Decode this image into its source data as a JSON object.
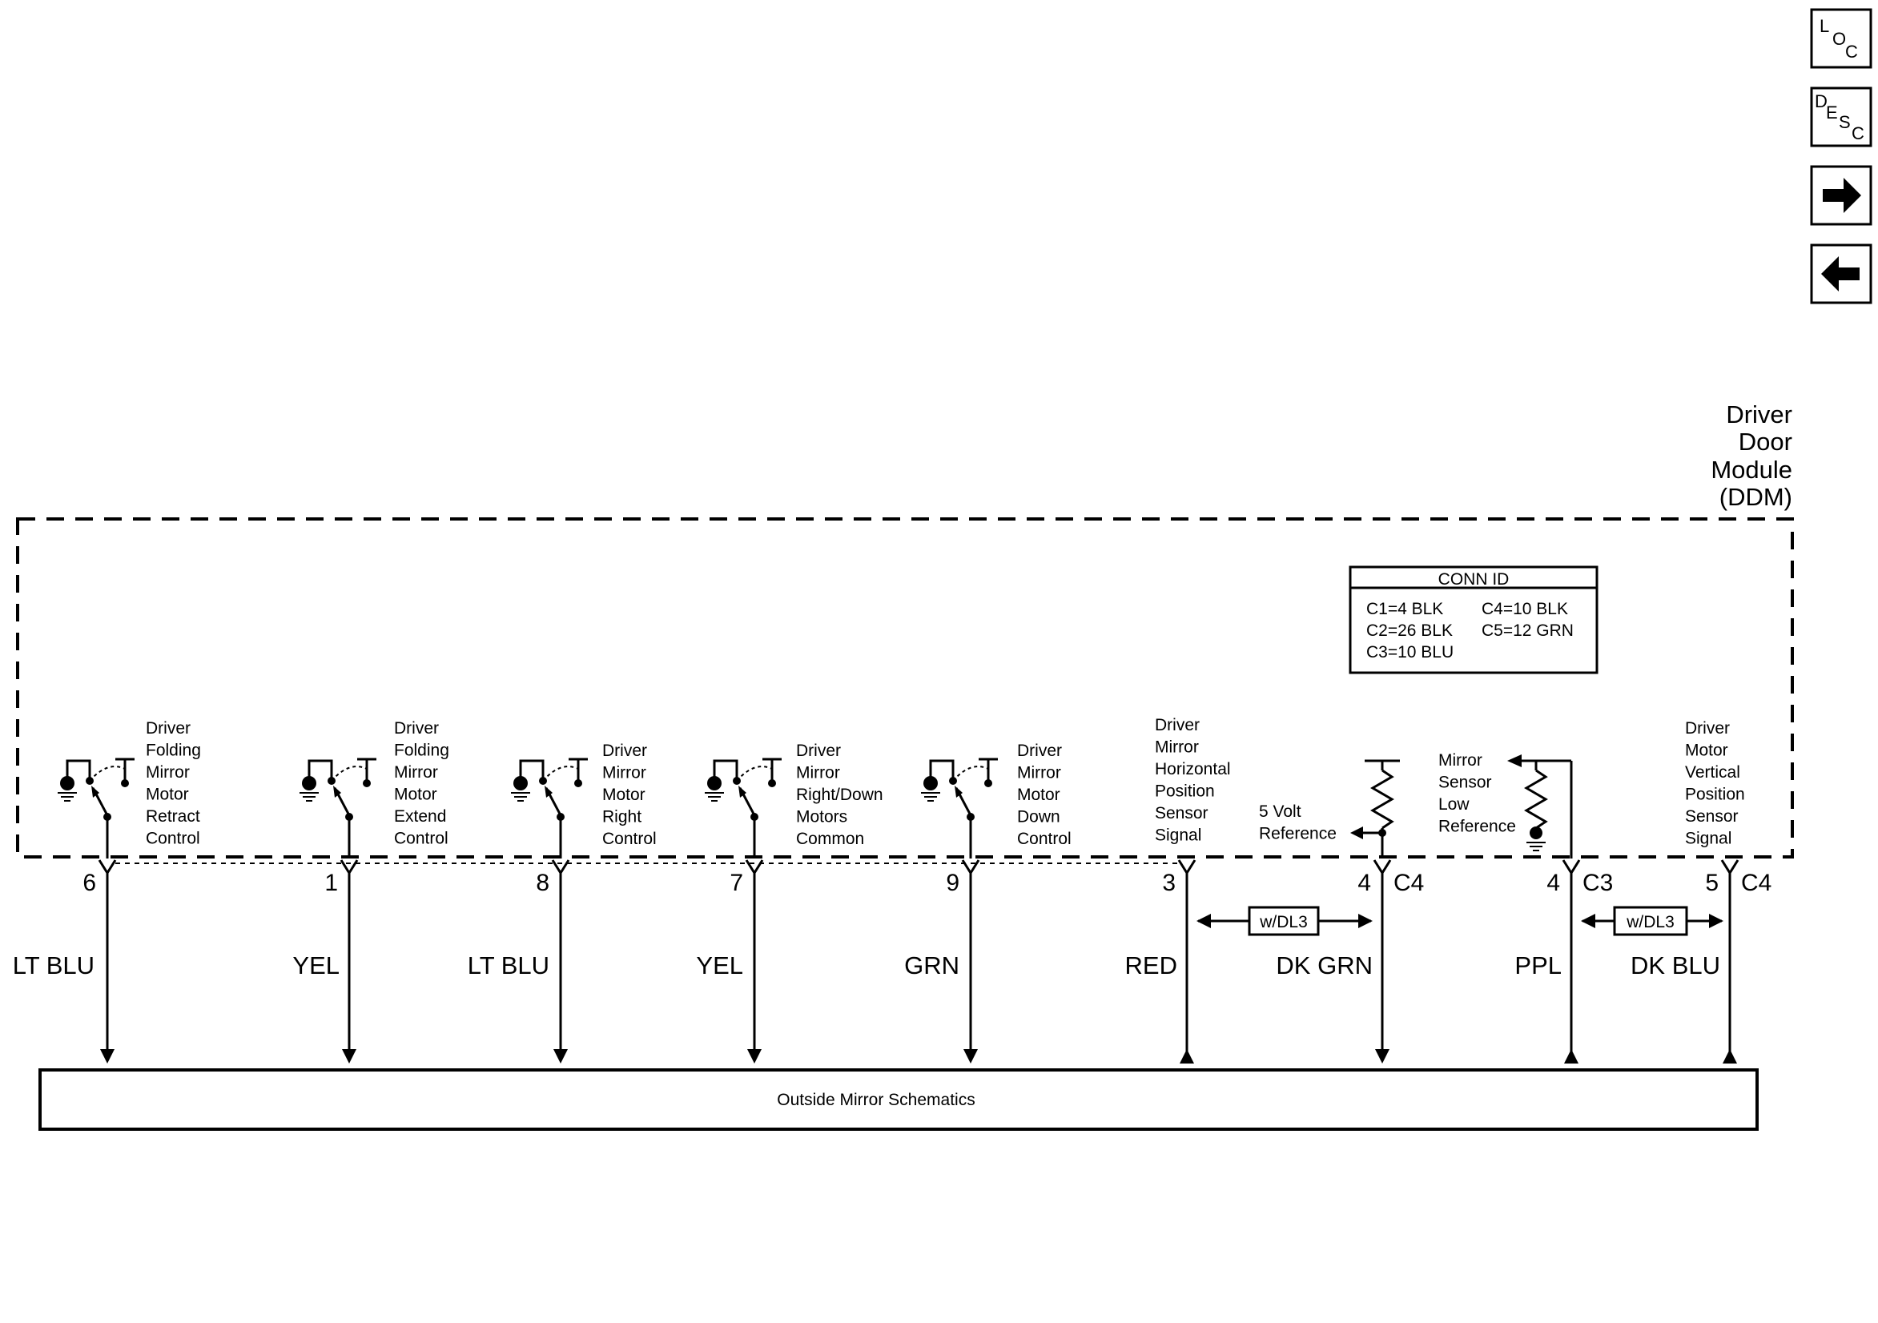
{
  "module": {
    "title_lines": [
      "Driver",
      "Door",
      "Module",
      "(DDM)"
    ]
  },
  "conn_id": {
    "header": "CONN ID",
    "rows": [
      [
        "C1=4 BLK",
        "C4=10 BLK"
      ],
      [
        "C2=26 BLK",
        "C5=12 GRN"
      ],
      [
        "C3=10 BLU",
        ""
      ]
    ]
  },
  "nav": {
    "loc": [
      "L",
      "O",
      "C"
    ],
    "desc": [
      "D",
      "E",
      "S",
      "C"
    ],
    "forward_icon": "arrow-right-icon",
    "back_icon": "arrow-left-icon"
  },
  "circuits": [
    {
      "lines": [
        "Driver",
        "Folding",
        "Mirror",
        "Motor",
        "Retract",
        "Control"
      ],
      "pin": "6",
      "wire": "LT BLU",
      "connector": ""
    },
    {
      "lines": [
        "Driver",
        "Folding",
        "Mirror",
        "Motor",
        "Extend",
        "Control"
      ],
      "pin": "1",
      "wire": "YEL",
      "connector": ""
    },
    {
      "lines": [
        "Driver",
        "Mirror",
        "Motor",
        "Right",
        "Control"
      ],
      "pin": "8",
      "wire": "LT BLU",
      "connector": ""
    },
    {
      "lines": [
        "Driver",
        "Mirror",
        "Right/Down",
        "Motors",
        "Common"
      ],
      "pin": "7",
      "wire": "YEL",
      "connector": ""
    },
    {
      "lines": [
        "Driver",
        "Mirror",
        "Motor",
        "Down",
        "Control"
      ],
      "pin": "9",
      "wire": "GRN",
      "connector": ""
    },
    {
      "lines": [
        "Driver",
        "Mirror",
        "Horizontal",
        "Position",
        "Sensor",
        "Signal"
      ],
      "pin": "3",
      "wire": "RED",
      "connector": ""
    },
    {
      "lines": [
        "5 Volt",
        "Reference"
      ],
      "pin": "4",
      "wire": "DK GRN",
      "connector": "C4"
    },
    {
      "lines": [
        "Mirror",
        "Sensor",
        "Low",
        "Reference"
      ],
      "pin": "4",
      "wire": "PPL",
      "connector": "C3"
    },
    {
      "lines": [
        "Driver",
        "Motor",
        "Vertical",
        "Position",
        "Sensor",
        "Signal"
      ],
      "pin": "5",
      "wire": "DK BLU",
      "connector": "C4"
    }
  ],
  "options": [
    "w/DL3",
    "w/DL3"
  ],
  "outside_box": {
    "label": "Outside Mirror Schematics"
  }
}
